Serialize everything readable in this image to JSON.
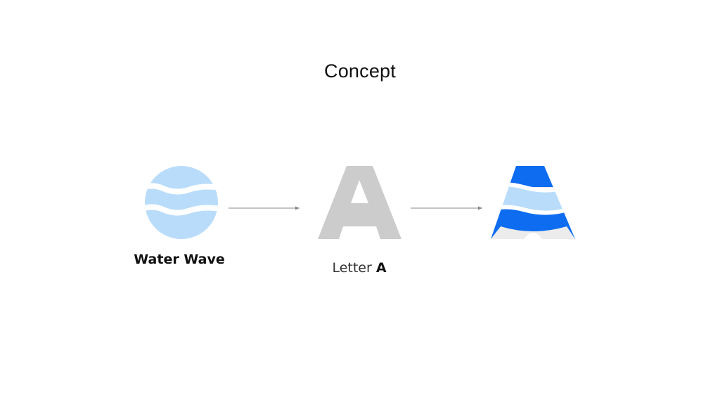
{
  "title": "Concept",
  "steps": [
    {
      "label": "Water Wave"
    },
    {
      "label_regular": "Letter",
      "label_bold": "A"
    },
    {
      "label": ""
    }
  ],
  "colors": {
    "light_blue": "#b9dcfb",
    "blue": "#0e6cf0",
    "gray_letter": "#cccccc",
    "light_gray_letter": "#ececec",
    "arrow": "#888888",
    "text": "#111111"
  },
  "icons": [
    "water-wave-icon",
    "letter-a-icon",
    "combined-logo-icon"
  ]
}
